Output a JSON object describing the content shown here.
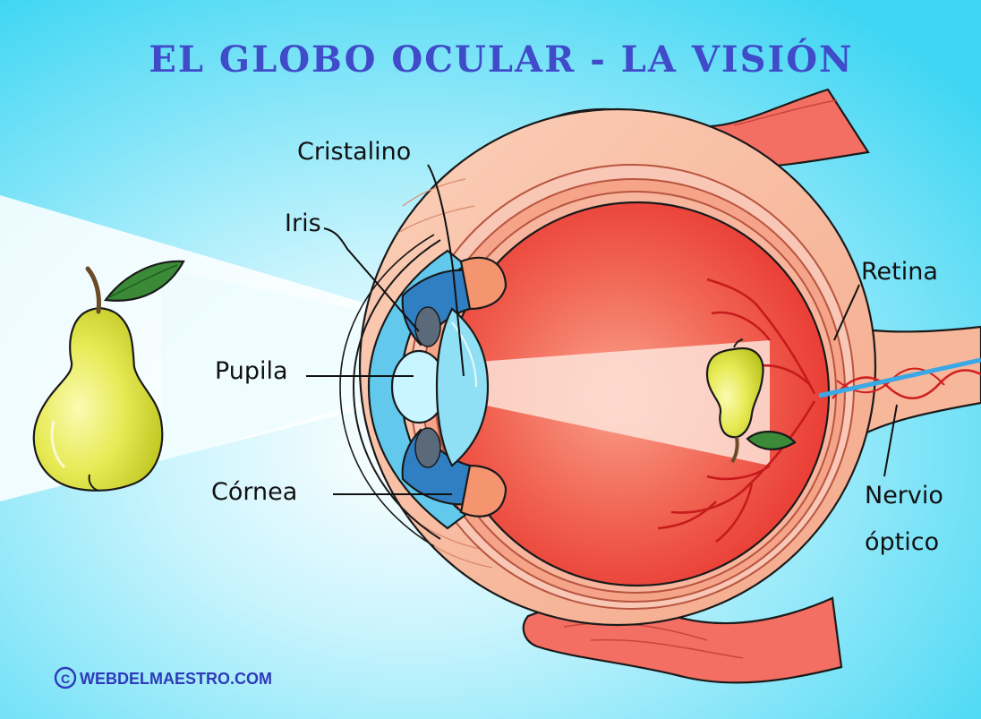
{
  "title": "EL GLOBO OCULAR - LA VISIÓN",
  "labels": {
    "cristalino": "Cristalino",
    "iris": "Iris",
    "pupila": "Pupila",
    "cornea": "Córnea",
    "retina": "Retina",
    "nervio_line1": "Nervio",
    "nervio_line2": "óptico"
  },
  "credit": {
    "symbol": "C",
    "text": "WEBDELMAESTRO.COM"
  },
  "colors": {
    "background_center": "#ffffff",
    "background_edge": "#3fd6f3",
    "title": "#3f4bc8",
    "sclera": "#f7b79a",
    "muscle": "#f36f63",
    "eye_interior": "#ef3f3a",
    "iris": "#2f7fc2",
    "cornea": "#62c9ec",
    "pear": "#e0e84a",
    "leaf": "#3b8a38",
    "nerve_line": "#3aa7e6",
    "blood_vessel": "#d11f1f"
  },
  "icons": {
    "pear": "pear-illustration",
    "pear_inverted": "inverted-pear-image-on-retina",
    "copyright": "copyright-icon"
  }
}
